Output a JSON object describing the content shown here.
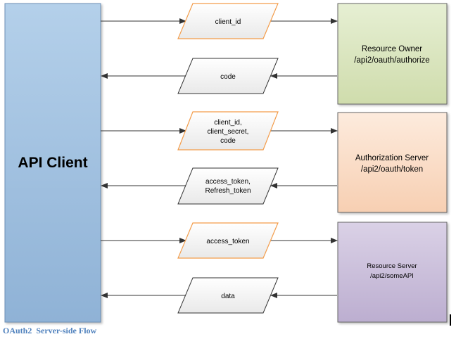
{
  "diagram": {
    "client": {
      "label": "API Client"
    },
    "servers": [
      {
        "line1": "Resource Owner",
        "line2": "/api2/oauth/authorize"
      },
      {
        "line1": "Authorization Server",
        "line2": "/api2/oauth/token"
      },
      {
        "line1": "Resource Server",
        "line2": "/api2/someAPI"
      }
    ],
    "messages": [
      {
        "lines": [
          "client_id"
        ],
        "direction": "to-server"
      },
      {
        "lines": [
          "code"
        ],
        "direction": "to-client"
      },
      {
        "lines": [
          "client_id,",
          "client_secret,",
          "code"
        ],
        "direction": "to-server"
      },
      {
        "lines": [
          "access_token,",
          "Refresh_token"
        ],
        "direction": "to-client"
      },
      {
        "lines": [
          "access_token"
        ],
        "direction": "to-server"
      },
      {
        "lines": [
          "data"
        ],
        "direction": "to-client"
      }
    ],
    "caption": "OAuth2  Server-side Flow"
  },
  "colors": {
    "client_fill": "#a4c2e0",
    "client_stroke": "#6c8fb5",
    "server_fills": [
      "#d8e4bc",
      "#fbe0cd",
      "#ccc0da"
    ],
    "server_stroke": "#666666",
    "request_stroke": "#f39c4a",
    "response_stroke": "#333333",
    "arrow": "#333333",
    "caption": "#4f81bd"
  }
}
